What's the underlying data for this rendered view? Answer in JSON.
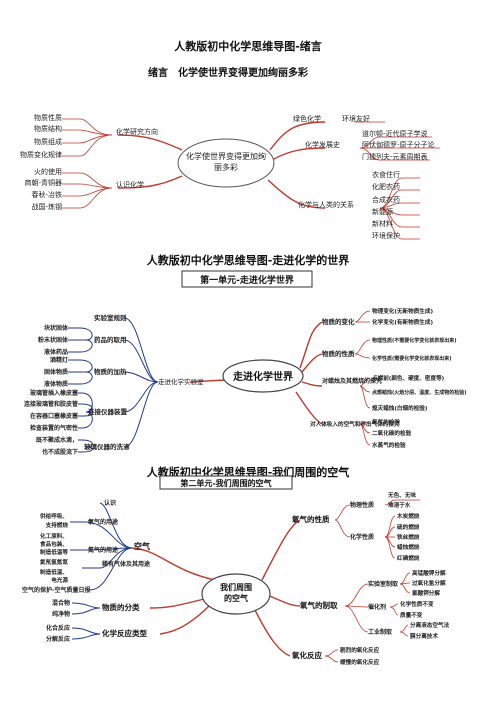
{
  "sections": [
    {
      "title": "人教版初中化学思维导图-绪言"
    },
    {
      "title": "人教版初中化学思维导图-走进化学的世界"
    },
    {
      "title": "人教版初中化学思维导图-我们周围的空气"
    }
  ],
  "map1": {
    "subtitle": "绪言　化学使世界变得更加绚丽多彩",
    "center": [
      "化学使世界变得更加绚",
      "丽多彩"
    ],
    "research": {
      "label": "化学研究方向",
      "items": [
        "物质性质",
        "物质结构",
        "物质组成",
        "物质变化规律"
      ]
    },
    "history": {
      "label": "认识化学",
      "items": [
        "火的使用",
        "商朝-青铜器",
        "春秋-冶铁",
        "战国-炼钢"
      ]
    },
    "green": {
      "label": "绿色化学",
      "item": "环境友好"
    },
    "development": {
      "label": "化学发展史",
      "items": [
        "道尔顿-近代原子学说",
        "阿伏伽德罗-原子分子论",
        "门捷列夫-元素周期表"
      ]
    },
    "relation": {
      "label": "化学与人类的关系",
      "items": [
        "衣食住行",
        "化肥农药",
        "合成农药",
        "新能源",
        "新材料",
        "环境保护"
      ]
    }
  },
  "map2": {
    "banner": "第一单元-走进化学世界",
    "center": "走进化学世界",
    "left_hub": "走进化学实验室",
    "left_groups": [
      {
        "label": "实验室规则",
        "items": []
      },
      {
        "label": "药品的取用",
        "items": [
          "块状固体",
          "粉末状固体",
          "液体药品"
        ]
      },
      {
        "label": "物质的加热",
        "items": [
          "酒精灯",
          "固体物质",
          "液体物质"
        ]
      },
      {
        "label": "连接仪器装置",
        "items": [
          "玻璃管插入橡皮塞",
          "连接玻璃管和胶皮管",
          "在容器口塞橡皮塞",
          "检查装置的气密性"
        ]
      },
      {
        "label": "玻璃仪器的洗涤",
        "items": [
          "既不聚成水滴，",
          "也不成股流下"
        ]
      }
    ],
    "right_groups": [
      {
        "label": "物质的变化",
        "items": [
          "物理变化(无新物质生成)",
          "化学变化(有新物质生成)"
        ]
      },
      {
        "label": "物质的性质",
        "items": [
          "物理性质(不需要化学变化就表现出来)",
          "化学性质(需要化学变化就表现出来)"
        ]
      },
      {
        "label": "对蜡烛及其燃烧的探究",
        "items": [
          "点燃前(颜色、硬度、密度等)",
          "点燃蜡烛(火焰分层、温度、生成物的检验)",
          "熄灭蜡烛(白烟的检验)"
        ]
      },
      {
        "label": "对人体吸入的空气和呼出气体的探究",
        "items": [
          "氧气的检验",
          "二氧化碳的检验",
          "水蒸气的检验"
        ]
      }
    ]
  },
  "map3": {
    "banner": "第二单元-我们周围的空气",
    "center": [
      "我们周围",
      "的空气"
    ],
    "air": {
      "label": "空气",
      "known": "认识",
      "oxygen_use": {
        "label": "氧气的用途",
        "items": [
          "供给呼吸、",
          "支持燃烧"
        ]
      },
      "nitrogen_use": {
        "label": "氮气的用途",
        "items": [
          "化工原料、",
          "食品包装、",
          "制造低温等"
        ]
      },
      "noble_use": {
        "label": "稀有气体及其用途",
        "items": [
          "氦氖氩氪氙",
          "制造低温、",
          "电光源"
        ]
      },
      "protection": "空气的保护-空气质量日报"
    },
    "classification": {
      "label": "物质的分类",
      "items": [
        "混合物",
        "纯净物"
      ]
    },
    "reaction_type": {
      "label": "化学反应类型",
      "items": [
        "化合反应",
        "分解反应"
      ]
    },
    "properties": {
      "label": "氧气的性质",
      "physical": {
        "label": "物理性质",
        "items": [
          "无色、无味",
          "难溶于水"
        ]
      },
      "chemical": {
        "label": "化学性质",
        "items": [
          "木炭燃烧",
          "硫的燃烧",
          "铁丝燃烧",
          "蜡烛燃烧",
          "红磷燃烧"
        ]
      }
    },
    "preparation": {
      "label": "氧气的制取",
      "lab": {
        "label": "实验室制取",
        "items": [
          "高锰酸钾分解",
          "过氧化氢分解",
          "氯酸钾分解"
        ]
      },
      "catalyst": {
        "label": "催化剂",
        "items": [
          "化学性质不变",
          "质量不变"
        ]
      },
      "industry": {
        "label": "工业制取",
        "items": [
          "分离液态空气法",
          "膜分离技术"
        ]
      }
    },
    "oxidation": {
      "label": "氧化反应",
      "items": [
        "剧烈的氧化反应",
        "缓慢的氧化反应"
      ]
    }
  }
}
